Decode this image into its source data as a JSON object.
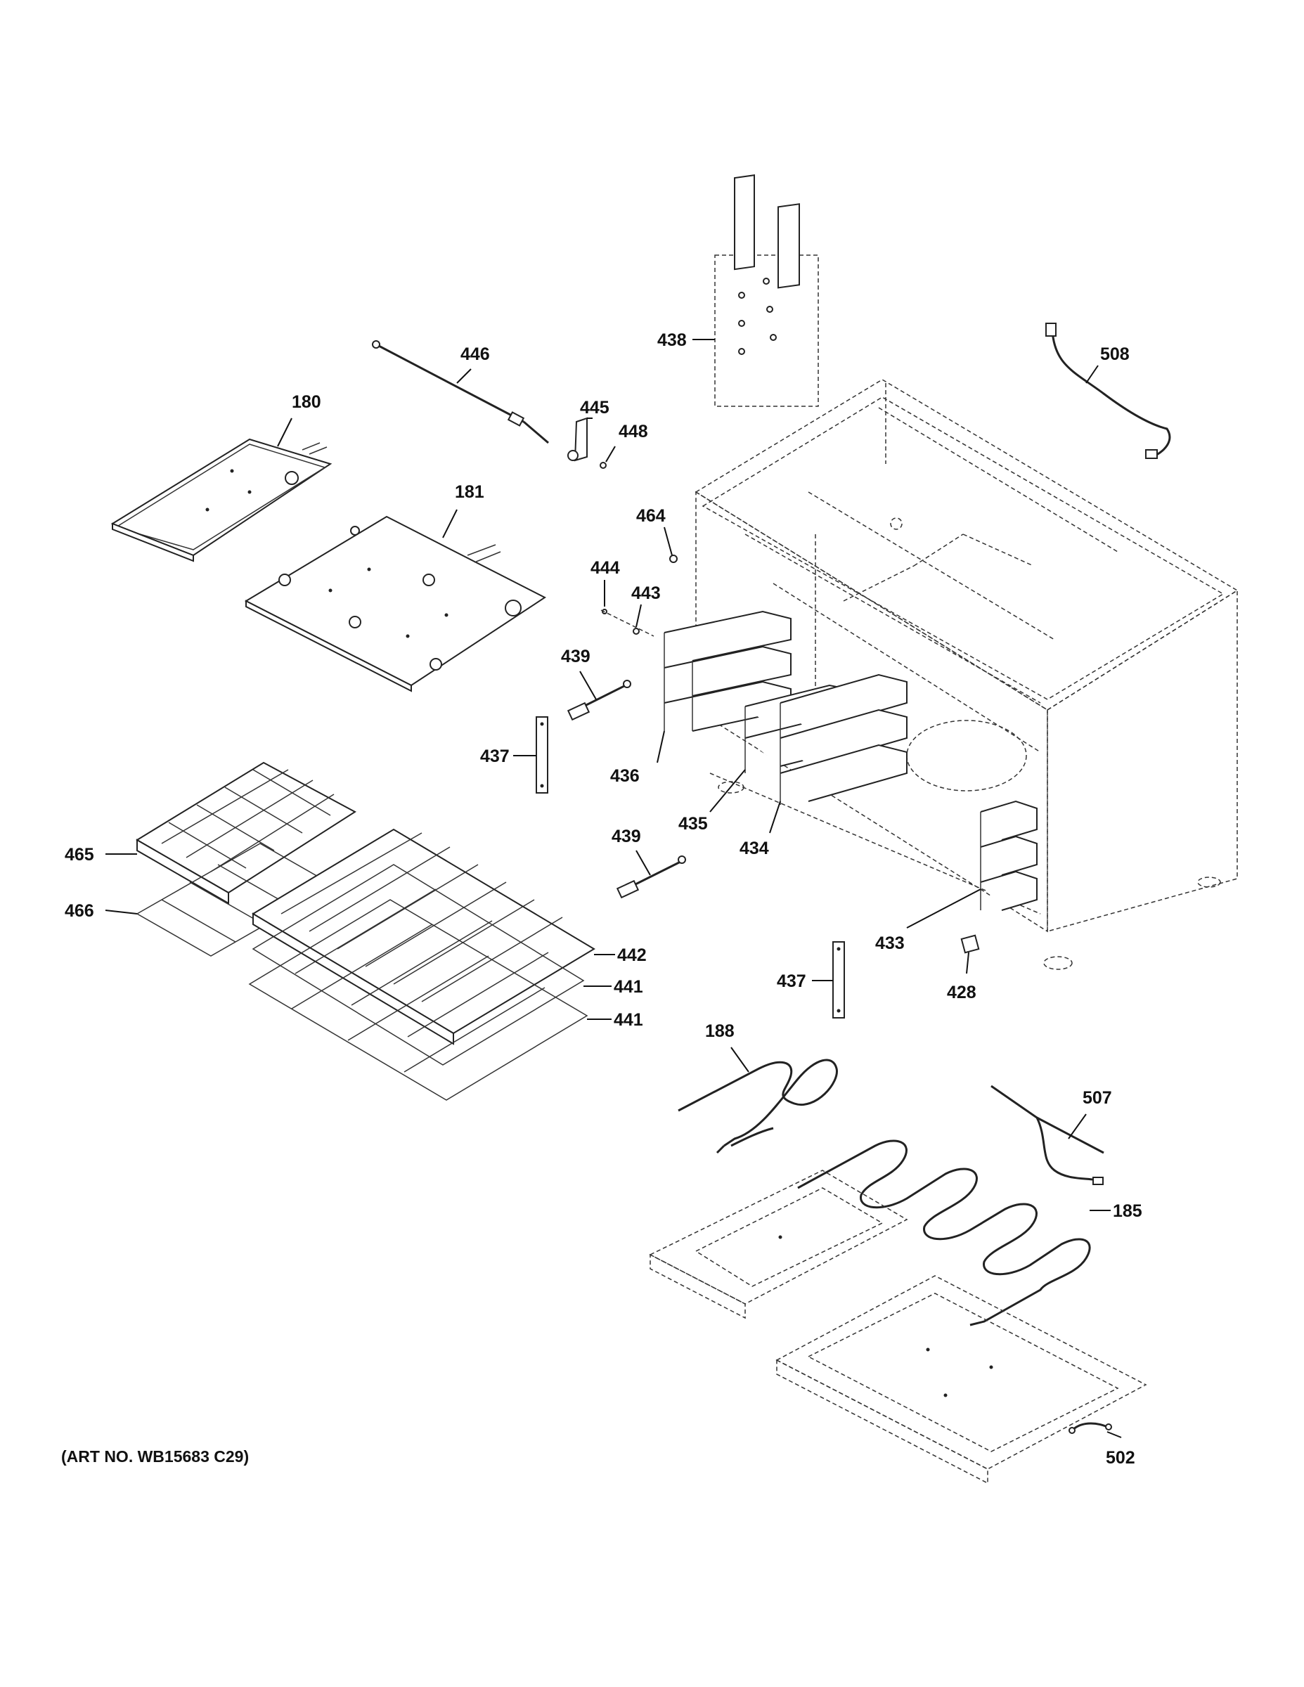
{
  "diagram": {
    "art_number": "(ART NO. WB15683 C29)",
    "callouts": {
      "c446": "446",
      "c180": "180",
      "c181": "181",
      "c445": "445",
      "c448": "448",
      "c438": "438",
      "c508": "508",
      "c464": "464",
      "c444": "444",
      "c443": "443",
      "c439a": "439",
      "c437a": "437",
      "c436": "436",
      "c435": "435",
      "c434": "434",
      "c439b": "439",
      "c465": "465",
      "c466": "466",
      "c442": "442",
      "c441a": "441",
      "c441b": "441",
      "c437b": "437",
      "c433": "433",
      "c428": "428",
      "c188": "188",
      "c507": "507",
      "c185": "185",
      "c502": "502"
    }
  }
}
